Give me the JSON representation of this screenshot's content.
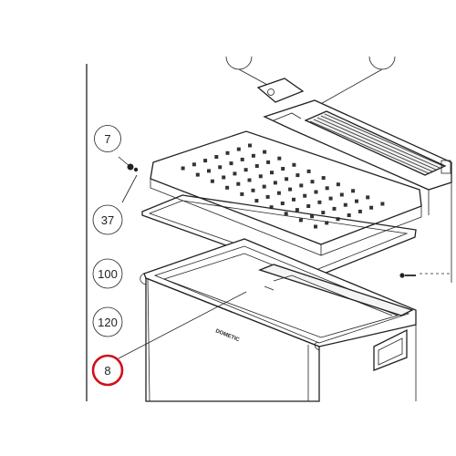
{
  "callouts": [
    {
      "id": "c7",
      "label": "7",
      "highlighted": false
    },
    {
      "id": "c37",
      "label": "37",
      "highlighted": false
    },
    {
      "id": "c100",
      "label": "100",
      "highlighted": false
    },
    {
      "id": "c120",
      "label": "120",
      "highlighted": false
    },
    {
      "id": "c8",
      "label": "8",
      "highlighted": true
    }
  ],
  "brand_text": "DOMETIC",
  "colors": {
    "line": "#222222",
    "highlight": "#d0101a",
    "lid_fill": "#ffffff",
    "shade": "#e6e6e6"
  }
}
